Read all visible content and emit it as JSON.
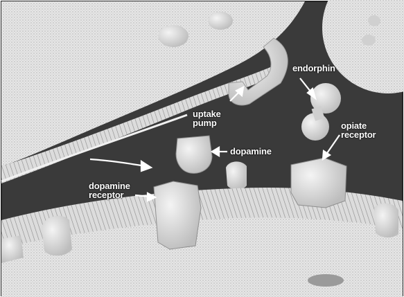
{
  "figure": {
    "labels": {
      "endorphin": "endorphin",
      "uptake_pump": [
        "uptake",
        "pump"
      ],
      "dopamine": "dopamine",
      "opiate_receptor": [
        "opiate",
        "receptor"
      ],
      "dopamine_receptor": [
        "dopamine",
        "receptor"
      ]
    },
    "colors": {
      "background_dark": "#3a3a3a",
      "structure_light": "#e4e4e4",
      "paper": "#ffffff",
      "label_text": "#ffffff"
    }
  }
}
